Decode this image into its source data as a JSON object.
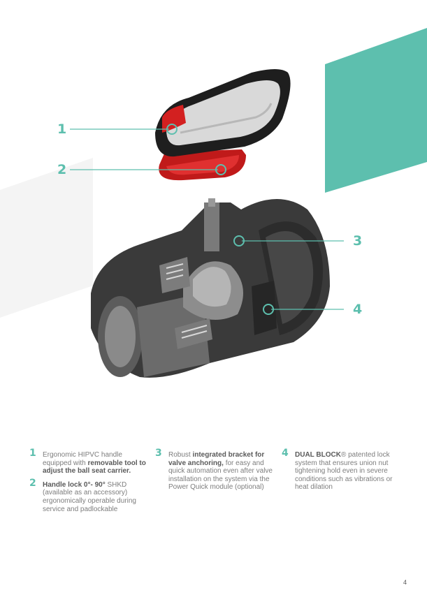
{
  "callouts": [
    "1",
    "2",
    "3",
    "4"
  ],
  "features": [
    {
      "num": "1",
      "parts": [
        {
          "t": "Ergonomic HIPVC handle equipped with ",
          "b": false
        },
        {
          "t": "removable tool to adjust the ball seat carrier.",
          "b": true
        }
      ]
    },
    {
      "num": "2",
      "parts": [
        {
          "t": "Handle lock 0°- 90°",
          "b": true
        },
        {
          "t": " SHKD (available as an accessory) ergonomically operable during service and padlockable",
          "b": false
        }
      ]
    },
    {
      "num": "3",
      "parts": [
        {
          "t": "Robust ",
          "b": false
        },
        {
          "t": "integrated bracket for valve anchoring,",
          "b": true
        },
        {
          "t": " for easy and quick automation even after valve installation on the system via the Power Quick module (optional)",
          "b": false
        }
      ]
    },
    {
      "num": "4",
      "parts": [
        {
          "t": "DUAL BLOCK",
          "b": true
        },
        {
          "t": "® patented lock system that ensures union nut tightening hold even in severe conditions such as vibrations or heat dilation",
          "b": false
        }
      ]
    }
  ],
  "page_number": "4",
  "colors": {
    "accent": "#5dbfae",
    "handle_red": "#d32020",
    "body_dark": "#2e2e2e"
  }
}
